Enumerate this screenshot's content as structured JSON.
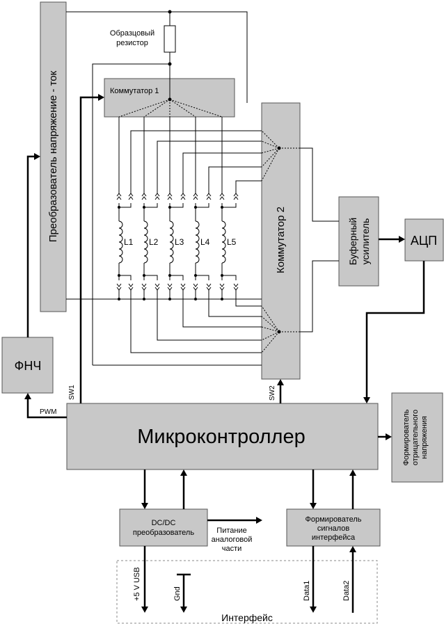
{
  "blocks": {
    "vi_converter": "Преобразователь напряжение - ток",
    "ref_resistor_line1": "Образцовый",
    "ref_resistor_line2": "резистор",
    "mux1": "Коммутатор 1",
    "mux2": "Коммутатор 2",
    "buffer_line1": "Буферный",
    "buffer_line2": "усилитель",
    "adc": "АЦП",
    "lpf": "ФНЧ",
    "mcu": "Микроконтроллер",
    "neg_gen_line1": "Формирователь",
    "neg_gen_line2": "отрицательного",
    "neg_gen_line3": "напряжения",
    "dcdc_line1": "DC/DC",
    "dcdc_line2": "преобразователь",
    "iface_gen_line1": "Формирователь",
    "iface_gen_line2": "сигналов",
    "iface_gen_line3": "интерфейса",
    "analog_power_line1": "Питание",
    "analog_power_line2": "аналоговой",
    "analog_power_line3": "части",
    "interface": "Интерфейс"
  },
  "coils": [
    "L1",
    "L2",
    "L3",
    "L4",
    "L5"
  ],
  "signals": {
    "sw1": "SW1",
    "sw2": "SW2",
    "pwm": "PWM",
    "usb": "+5 V USB",
    "gnd": "Gnd",
    "data1": "Data1",
    "data2": "Data2"
  }
}
